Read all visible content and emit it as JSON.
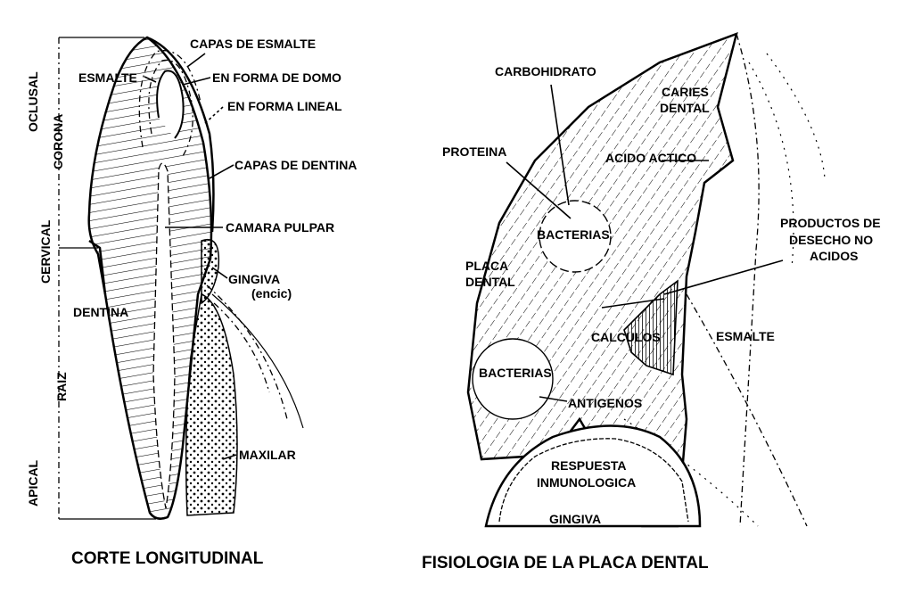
{
  "left": {
    "caption": "CORTE LONGITUDINAL",
    "side_labels": {
      "oclusal": "OCLUSAL",
      "corona": "CORONA",
      "cervical": "CERVICAL",
      "raiz": "RAIZ",
      "apical": "APICAL"
    },
    "labels": {
      "capas_esmalte": "CAPAS DE ESMALTE",
      "esmalte": "ESMALTE",
      "domo": "EN FORMA DE DOMO",
      "lineal": "EN FORMA LINEAL",
      "capas_dentina": "CAPAS DE DENTINA",
      "camara": "CAMARA PULPAR",
      "gingiva": "GINGIVA",
      "encic": "(encic)",
      "dentina": "DENTINA",
      "maxilar": "MAXILAR"
    }
  },
  "right": {
    "caption": "FISIOLOGIA DE LA PLACA DENTAL",
    "labels": {
      "carbohidrato": "CARBOHIDRATO",
      "caries_1": "CARIES",
      "caries_2": "DENTAL",
      "proteina": "PROTEINA",
      "acido": "ACIDO ACTICO",
      "productos_1": "PRODUCTOS DE",
      "productos_2": "DESECHO NO",
      "productos_3": "ACIDOS",
      "bacterias_top": "BACTERIAS",
      "placa_1": "PLACA",
      "placa_2": "DENTAL",
      "calculos": "CALCULOS",
      "esmalte": "ESMALTE",
      "bacterias_bottom": "BACTERIAS",
      "antigenos": "ANTIGENOS",
      "respuesta_1": "RESPUESTA",
      "respuesta_2": "INMUNOLOGICA",
      "gingiva": "GINGIVA"
    }
  }
}
